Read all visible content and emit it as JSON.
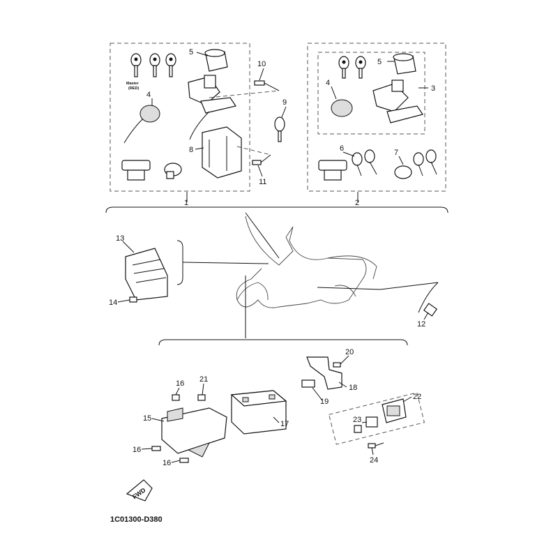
{
  "diagram": {
    "callouts": [
      "1",
      "2",
      "3",
      "4",
      "4",
      "5",
      "5",
      "6",
      "7",
      "8",
      "9",
      "10",
      "11",
      "12",
      "13",
      "14",
      "15",
      "16",
      "16",
      "16",
      "17",
      "18",
      "19",
      "20",
      "21",
      "22",
      "23",
      "24"
    ],
    "master_key_label": "Master",
    "master_key_color": "(RED)",
    "fwd_label": "FWD",
    "diagram_code": "1C01300-D380"
  }
}
